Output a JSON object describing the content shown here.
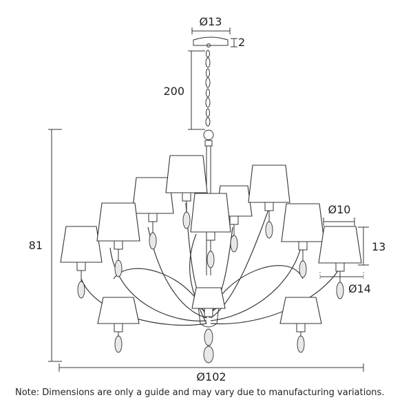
{
  "dimensions": {
    "canopy_diameter": "Ø13",
    "canopy_height": "2",
    "chain_length": "200",
    "overall_height": "81",
    "overall_diameter": "Ø102",
    "shade_top_diameter": "Ø10",
    "shade_height": "13",
    "shade_bottom_diameter": "Ø14"
  },
  "note": "Note: Dimensions are only a guide and may vary due to manufacturing variations."
}
